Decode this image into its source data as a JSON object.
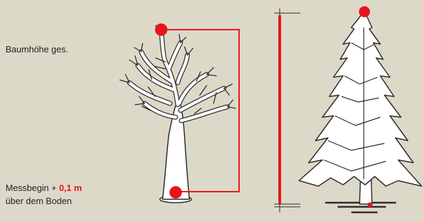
{
  "labels": {
    "total_height": "Baumhöhe ges.",
    "start_prefix": "Messbegin + ",
    "start_offset": "0,1 m",
    "start_suffix": "über dem Boden"
  },
  "colors": {
    "background": "#ddd9c8",
    "accent": "#e8141b",
    "tree_fill": "#ffffff",
    "tree_outline": "#2b2b2b"
  },
  "icons": [
    "deciduous-tree-icon",
    "conifer-tree-icon"
  ]
}
